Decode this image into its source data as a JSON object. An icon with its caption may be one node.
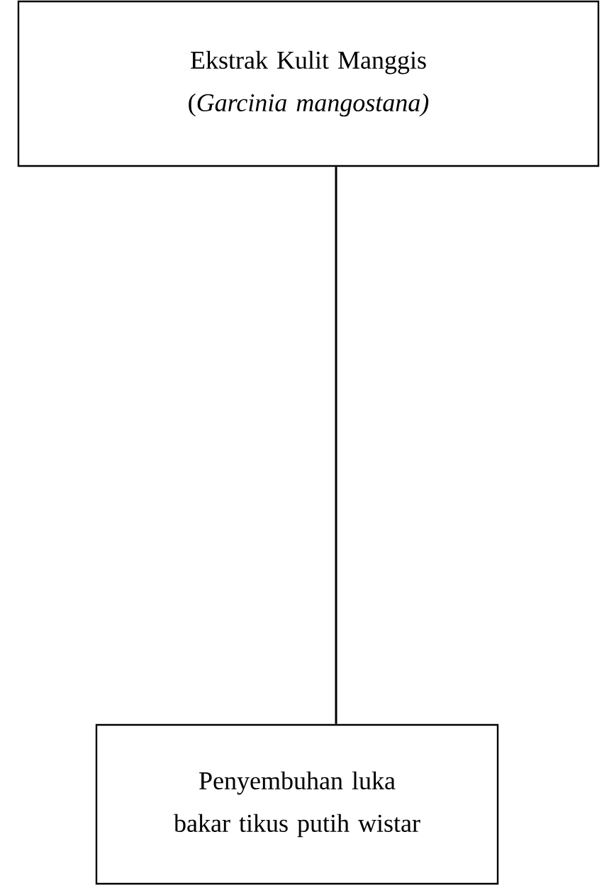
{
  "diagram": {
    "nodes": [
      {
        "text": [
          "Ekstrak Kulit Manggis (*Garcinia mangostana)*"
        ]
      },
      {
        "text": [
          "Penyembuhan luka bakar tikus putih wistar"
        ]
      }
    ],
    "edges": [
      {
        "from": 0,
        "to": 1,
        "arrow": "none"
      }
    ]
  }
}
